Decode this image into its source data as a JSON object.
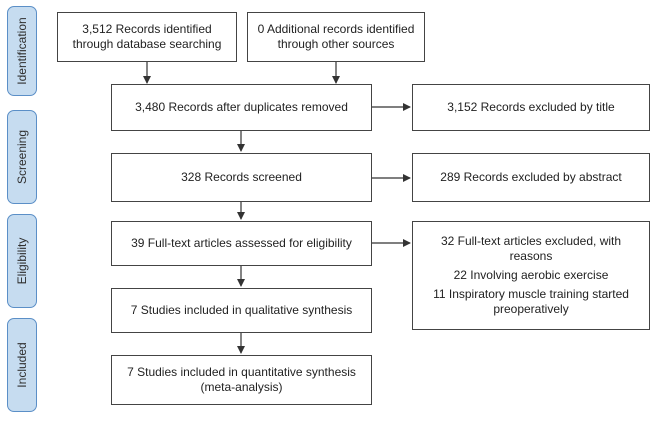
{
  "phases": {
    "identification": "Identification",
    "screening": "Screening",
    "eligibility": "Eligibility",
    "included": "Included"
  },
  "boxes": {
    "database_search": "3,512 Records identified through database searching",
    "other_sources": "0 Additional records identified through other sources",
    "duplicates_removed": "3,480 Records after duplicates removed",
    "excluded_title": "3,152 Records excluded by title",
    "screened": "328 Records screened",
    "excluded_abstract": "289 Records excluded by abstract",
    "fulltext_assessed": "39 Full-text articles assessed for eligibility",
    "fulltext_excluded": {
      "header": "32 Full-text articles excluded, with reasons",
      "reason_1": "22 Involving aerobic exercise",
      "reason_2": "11 Inspiratory muscle training started preoperatively"
    },
    "qualitative": "7 Studies included in qualitative synthesis",
    "quantitative": "7 Studies included in quantitative synthesis (meta-analysis)"
  }
}
